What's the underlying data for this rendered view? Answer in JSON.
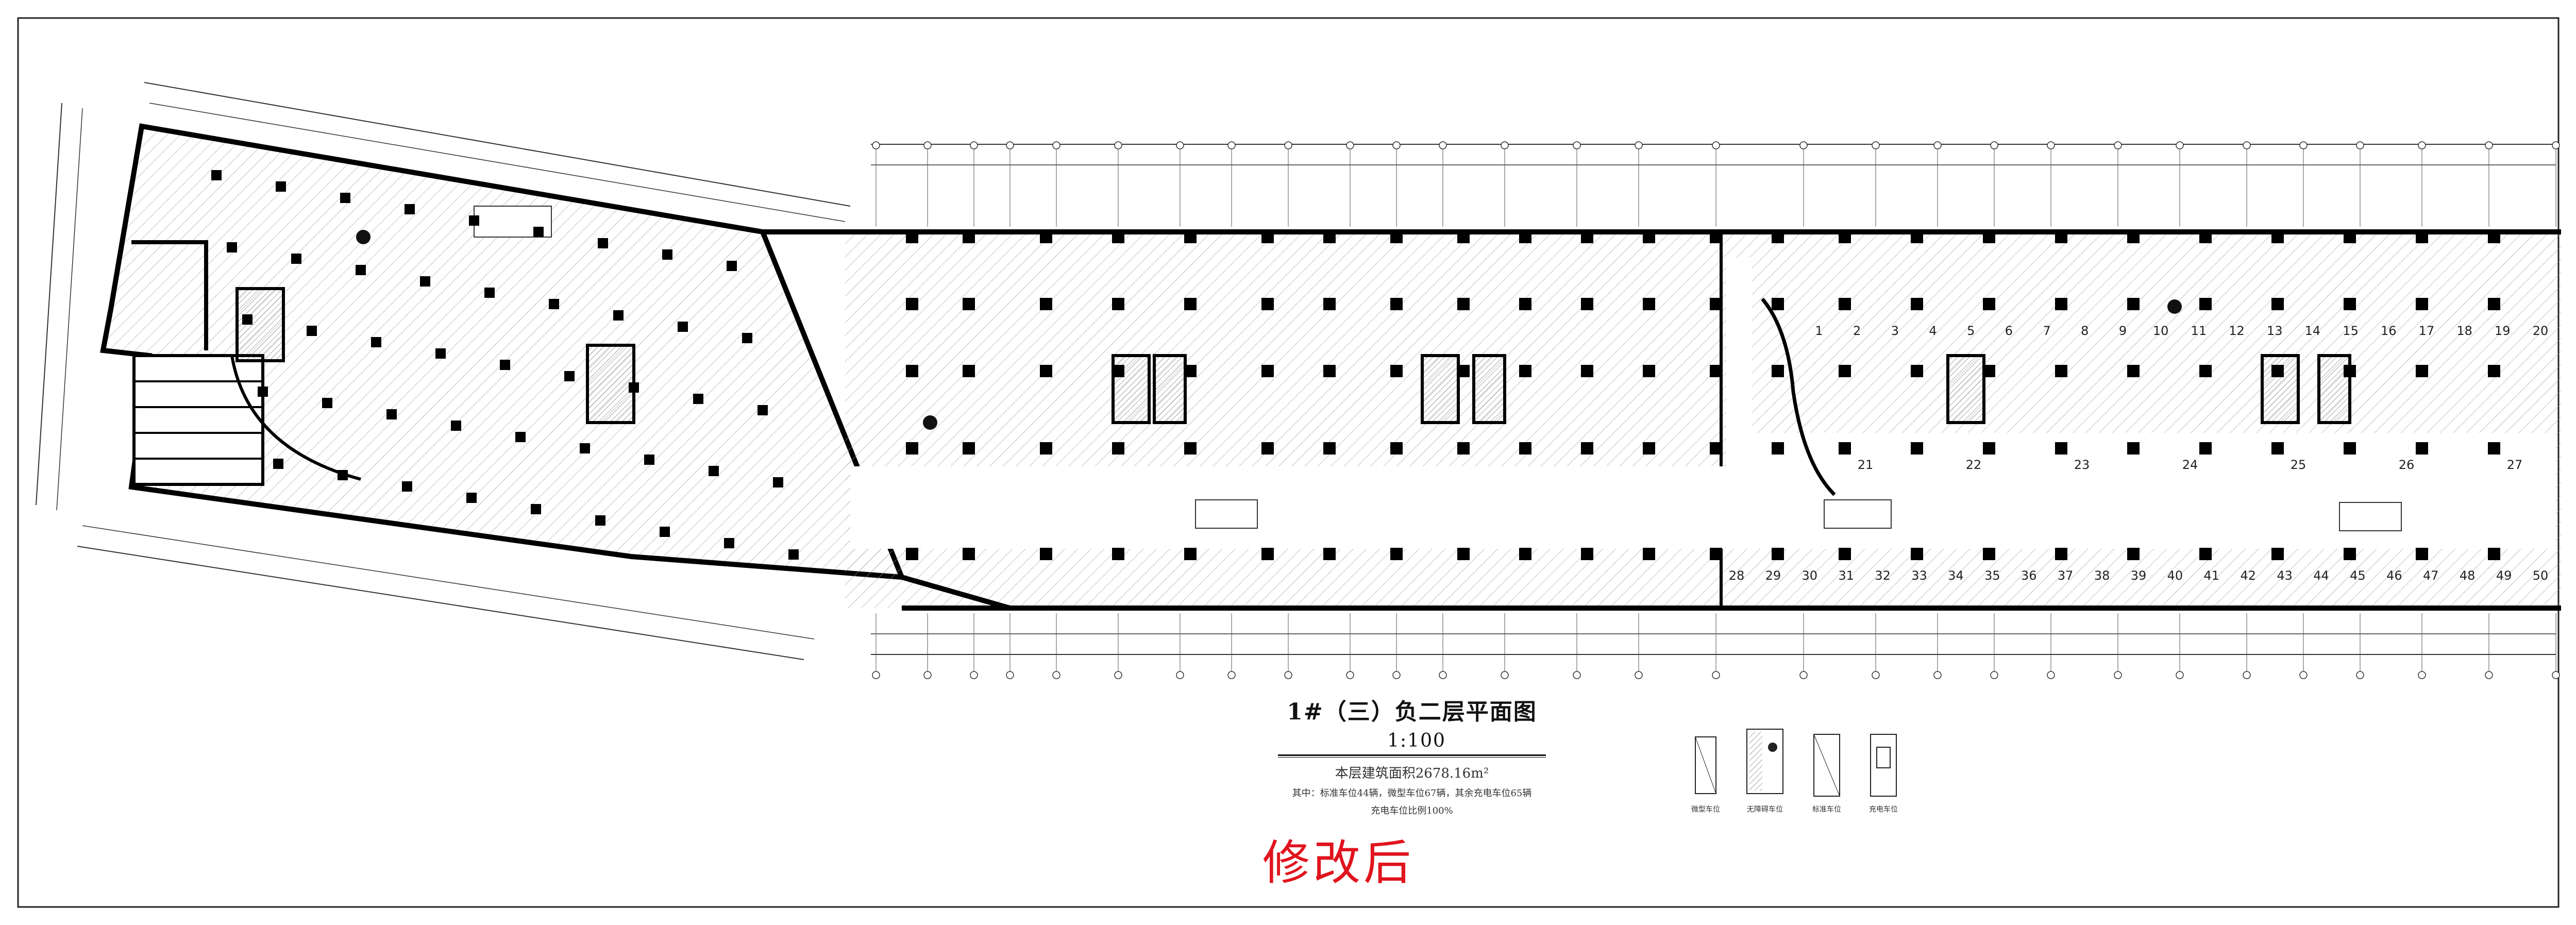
{
  "drawing": {
    "title": "1#（三）负二层平面图",
    "scale": "1:100",
    "area_note": "本层建筑面积2678.16m²",
    "detail_note": "其中：标准车位44辆，微型车位67辆，其余充电车位65辆",
    "charging_note": "充电车位比例100%",
    "revision_stamp": "修改后",
    "stall_numbers_top": [
      "1",
      "2",
      "3",
      "4",
      "5",
      "6",
      "7",
      "8",
      "9",
      "10",
      "11",
      "12",
      "13",
      "14",
      "15",
      "16",
      "17",
      "18",
      "19",
      "20"
    ],
    "stall_numbers_mid": [
      "21",
      "22",
      "23",
      "24",
      "25",
      "26",
      "27"
    ],
    "stall_numbers_bottom": [
      "28",
      "29",
      "30",
      "31",
      "32",
      "33",
      "34",
      "35",
      "36",
      "37",
      "38",
      "39",
      "40",
      "41",
      "42",
      "43",
      "44",
      "45",
      "46",
      "47",
      "48",
      "49",
      "50"
    ],
    "legend": [
      {
        "label": "微型车位",
        "icon": "micro-stall-icon"
      },
      {
        "label": "无障碍车位",
        "icon": "accessible-stall-icon"
      },
      {
        "label": "标准车位",
        "icon": "standard-stall-icon"
      },
      {
        "label": "充电车位",
        "icon": "charging-stall-icon"
      }
    ]
  }
}
